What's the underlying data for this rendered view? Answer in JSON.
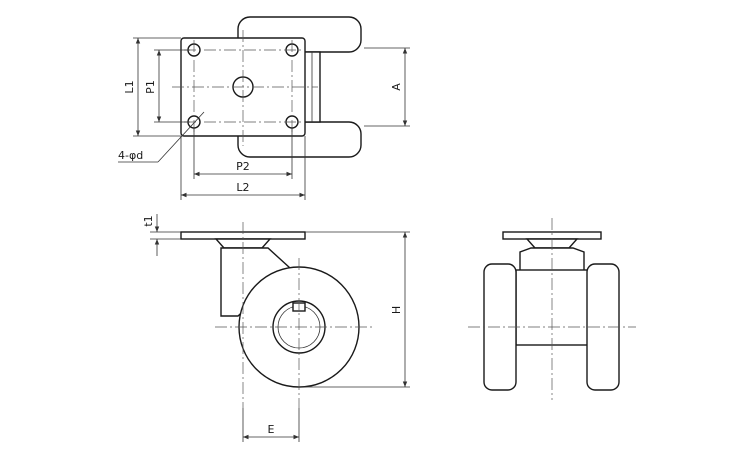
{
  "labels": {
    "L1": "L1",
    "P1": "P1",
    "A": "A",
    "P2": "P2",
    "L2": "L2",
    "hole": "4-φd",
    "t1": "t1",
    "H": "H",
    "E": "E"
  },
  "colors": {
    "line": "#1a1a1a",
    "center_line": "#555555",
    "background": "#ffffff"
  }
}
